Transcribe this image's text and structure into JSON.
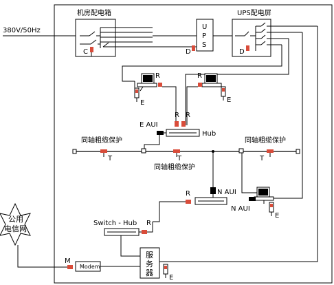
{
  "labels": {
    "power_input": "380V/50Hz",
    "machine_room_box": "机房配电箱",
    "ups_panel": "UPS配电屏",
    "ups": [
      "U",
      "P",
      "S"
    ],
    "breaker_c": "C",
    "breaker_d1": "D",
    "breaker_d2": "D",
    "r_left_pc": "R",
    "r_right_pc": "R",
    "e_left_pc": "E",
    "e_right_pc": "E",
    "e_aui": "E  AUI",
    "r_hub_left": "R",
    "r_hub_right": "R",
    "hub": "Hub",
    "coax_left": "同轴粗缆保护",
    "coax_right": "同轴粗缆保护",
    "coax_center": "同轴粗缆保护",
    "t_left": "T",
    "t_center": "T",
    "t_right": "T",
    "r_switch_upper": "R",
    "n_aui_upper": "N  AUI",
    "n_aui_lower": "N  AUI",
    "e_right_server": "E",
    "switch_hub": "Switch - Hub",
    "r_switch": "R",
    "public_net_1": "公用",
    "public_net_2": "电信网",
    "m_label": "M",
    "modem": "Modem",
    "server": [
      "服",
      "务",
      "器"
    ],
    "e_server": "E"
  },
  "colors": {
    "line": "#000000",
    "protector": "#d94c3a",
    "background": "#ffffff"
  }
}
